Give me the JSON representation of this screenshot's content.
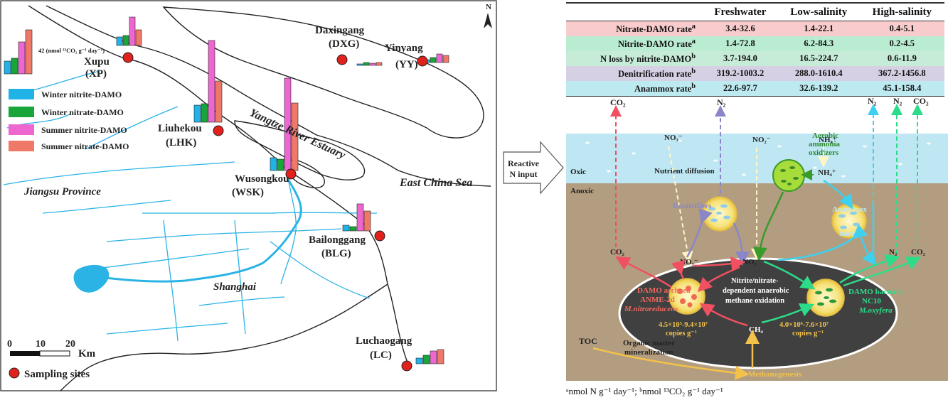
{
  "map": {
    "compass": "N",
    "unit_label": "42 (nmol ¹³CO₂ g⁻¹ day⁻¹)",
    "legend": [
      {
        "label": "Winter nitrite-DAMO",
        "color": "#1fb3e8"
      },
      {
        "label": "Winter nitrate-DAMO",
        "color": "#1aa53a"
      },
      {
        "label": "Summer nitrite-DAMO",
        "color": "#ee66d0"
      },
      {
        "label": "Summer nitrate-DAMO",
        "color": "#f07868"
      }
    ],
    "sites": [
      {
        "name": "Xupu",
        "code": "(XP)"
      },
      {
        "name": "Daxingang",
        "code": "(DXG)"
      },
      {
        "name": "Yinyang",
        "code": "(YY)"
      },
      {
        "name": "Liuhekou",
        "code": "(LHK)"
      },
      {
        "name": "Wusongkou",
        "code": "(WSK)"
      },
      {
        "name": "Bailonggang",
        "code": "(BLG)"
      },
      {
        "name": "Luchaogang",
        "code": "(LC)"
      }
    ],
    "regions": {
      "estuary": "Yangtze River Estuary",
      "sea": "East China Sea",
      "province": "Jiangsu Province",
      "city": "Shanghai"
    },
    "scale": {
      "t0": "0",
      "t1": "10",
      "t2": "20",
      "unit": "Km"
    },
    "sampling_label": "Sampling sites"
  },
  "arrow_label": {
    "line1": "Reactive",
    "line2": "N input"
  },
  "table": {
    "headers": [
      "",
      "Freshwater",
      "Low-salinity",
      "High-salinity"
    ],
    "rows": [
      {
        "label": "Nitrate-DAMO rate",
        "sup": "a",
        "fw": "3.4-32.6",
        "ls": "1.4-22.1",
        "hs": "0.4-5.1"
      },
      {
        "label": "Nitrite-DAMO rate",
        "sup": "a",
        "fw": "1.4-72.8",
        "ls": "6.2-84.3",
        "hs": "0.2-4.5"
      },
      {
        "label": "N loss by nitrite-DAMO",
        "sup": "b",
        "fw": "3.7-194.0",
        "ls": "16.5-224.7",
        "hs": "0.6-11.9"
      },
      {
        "label": "Denitrification rate",
        "sup": "b",
        "fw": "319.2-1003.2",
        "ls": "288.0-1610.4",
        "hs": "367.2-1456.8"
      },
      {
        "label": "Anammox rate",
        "sup": "b",
        "fw": "22.6-97.7",
        "ls": "32.6-139.2",
        "hs": "45.1-158.4"
      }
    ]
  },
  "diagram": {
    "co2": "CO₂",
    "n2": "N₂",
    "no3": "NO₃⁻",
    "no2": "NO₂⁻",
    "nh4": "NH₄⁺",
    "ch4": "CH₄",
    "toc": "TOC",
    "oxic": "Oxic",
    "anoxic": "Anoxic",
    "nutrient_diffusion": "Nutrient diffusion",
    "aerobic1": "Aerobic",
    "aerobic2": "ammonia",
    "aerobic3": "oxidizers",
    "denitrifiers": "Denitrifiers",
    "anammox1": "Anammox",
    "anammox2": "bacteria",
    "center1": "Nitrite/nitrate-",
    "center2": "dependent anaerobic",
    "center3": "methane oxidation",
    "archaea1": "DAMO archaea",
    "archaea2": "ANME-2d",
    "archaea3": "M.nitroreducens",
    "archaea_copies1": "4.5×10⁵-9.4×10⁷",
    "archaea_copies2": "copies  g⁻¹",
    "bacteria1": "DAMO bacteria",
    "bacteria2": "NC10",
    "bacteria3": "M.oxyfera",
    "bacteria_copies1": "4.0×10⁶-7.6×10⁷",
    "bacteria_copies2": "copies  g⁻¹",
    "organic1": "Organic matter",
    "organic2": "mineralization",
    "methanogenesis": "Methanogenesis"
  },
  "footnote": "ᵃnmol N g⁻¹ day⁻¹; ᵇnmol ¹³CO₂ g⁻¹ day⁻¹"
}
